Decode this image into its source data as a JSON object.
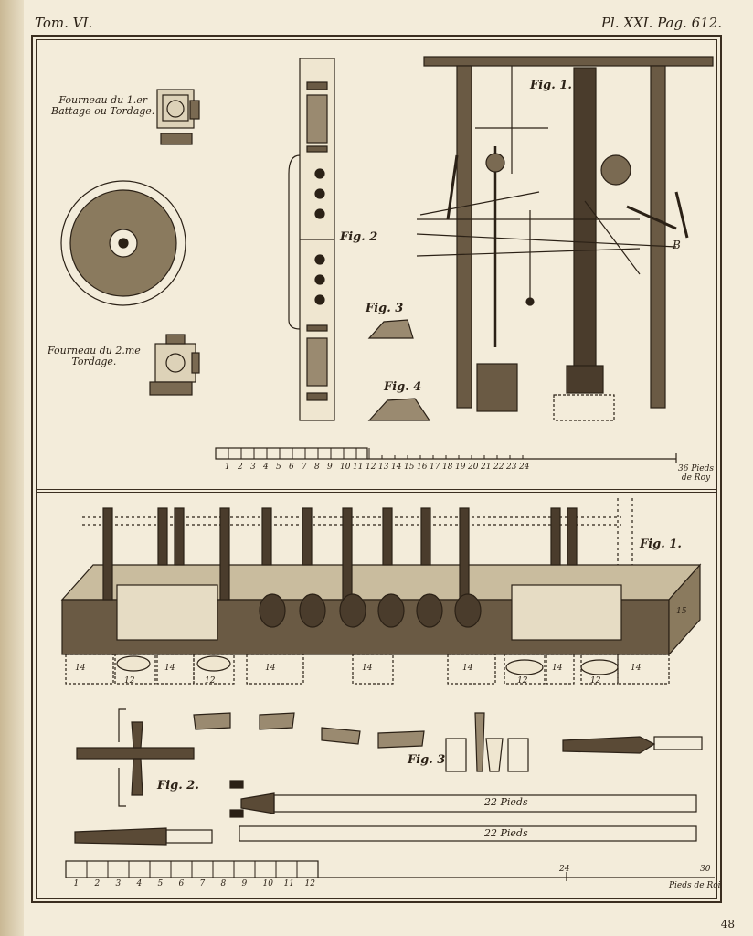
{
  "header": {
    "tome": "Tom. VI.",
    "plate": "Pl. XXI. Pag. 612."
  },
  "top": {
    "furnace1": "Fourneau du 1.er\nBattage ou Tordage.",
    "furnace2": "Fourneau du 2.me\nTordage.",
    "fig1": "Fig. 1.",
    "fig2": "Fig. 2",
    "fig3": "Fig. 3",
    "fig4": "Fig. 4",
    "scale_numbers": [
      "1",
      "2",
      "3",
      "4",
      "5",
      "6",
      "7",
      "8",
      "9",
      "10",
      "11",
      "12",
      "13",
      "14",
      "15",
      "16",
      "17",
      "18",
      "19",
      "20",
      "21",
      "22",
      "23",
      "24"
    ],
    "scale_unit": "36 Pieds\nde Roy",
    "point_b": "B"
  },
  "bottom": {
    "fig1": "Fig. 1.",
    "fig2": "Fig. 2.",
    "fig3": "Fig. 3",
    "pieds1": "22 Pieds",
    "pieds2": "22 Pieds",
    "scale_numbers": [
      "1",
      "2",
      "3",
      "4",
      "5",
      "6",
      "7",
      "8",
      "9",
      "10",
      "11",
      "12"
    ],
    "scale_mid": "24",
    "scale_end": "30",
    "scale_unit": "Pieds de Roi",
    "marks": [
      "14",
      "12",
      "14",
      "12",
      "14",
      "14",
      "14",
      "12",
      "14",
      "12",
      "14",
      "15"
    ]
  },
  "page_number": "48"
}
